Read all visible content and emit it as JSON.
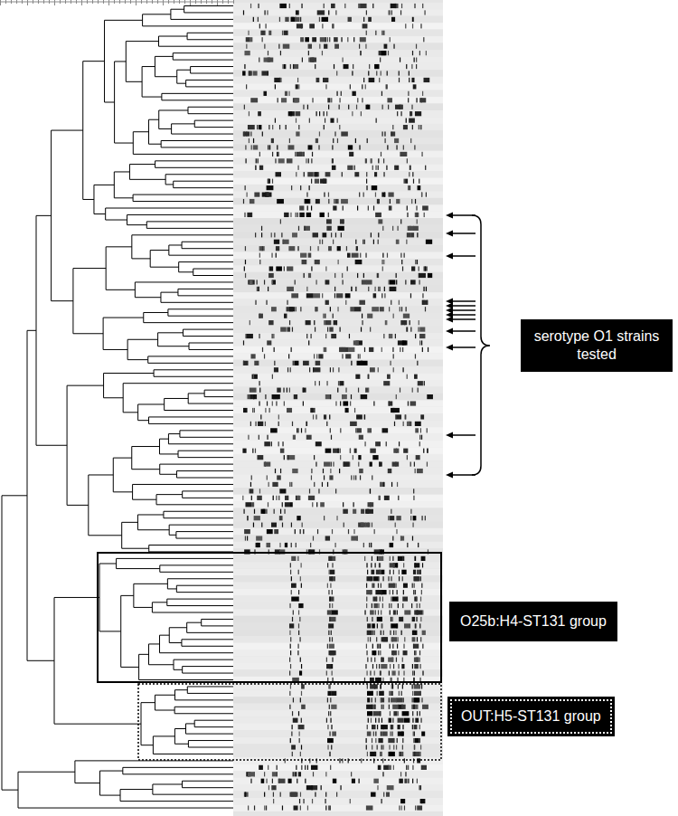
{
  "diagram": {
    "nodes": [
      {
        "text": [
          "serotype O1 strains tested"
        ]
      },
      {
        "text": [
          "O25b:H4-ST131 group"
        ]
      },
      {
        "text": [
          "OUT:H5-ST131 group"
        ]
      }
    ]
  }
}
